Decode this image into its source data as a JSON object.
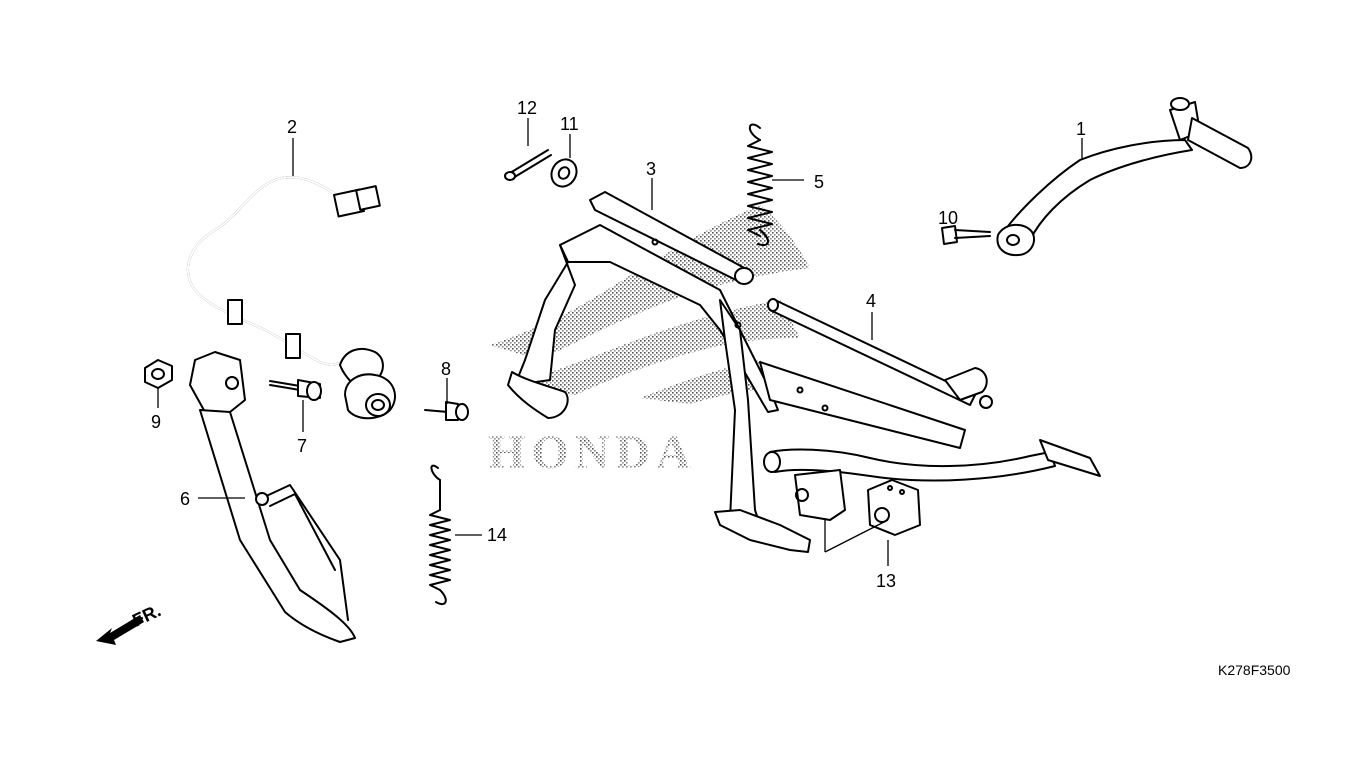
{
  "diagram_code": "K278F3500",
  "watermark_text": "HONDA",
  "direction_label": "FR.",
  "callouts": [
    "1",
    "2",
    "3",
    "4",
    "5",
    "6",
    "7",
    "8",
    "9",
    "10",
    "11",
    "12",
    "13",
    "14"
  ],
  "parts": [
    {
      "ref": "1",
      "name": "kick-starter-arm"
    },
    {
      "ref": "2",
      "name": "stand-switch-wire"
    },
    {
      "ref": "3",
      "name": "main-stand"
    },
    {
      "ref": "4",
      "name": "stand-pivot-shaft"
    },
    {
      "ref": "5",
      "name": "stand-spring"
    },
    {
      "ref": "6",
      "name": "brake-pedal"
    },
    {
      "ref": "7",
      "name": "bolt"
    },
    {
      "ref": "8",
      "name": "bolt"
    },
    {
      "ref": "9",
      "name": "nut"
    },
    {
      "ref": "10",
      "name": "bolt"
    },
    {
      "ref": "11",
      "name": "washer"
    },
    {
      "ref": "12",
      "name": "cotter-pin"
    },
    {
      "ref": "13",
      "name": "rubber-stopper"
    },
    {
      "ref": "14",
      "name": "return-spring"
    }
  ]
}
